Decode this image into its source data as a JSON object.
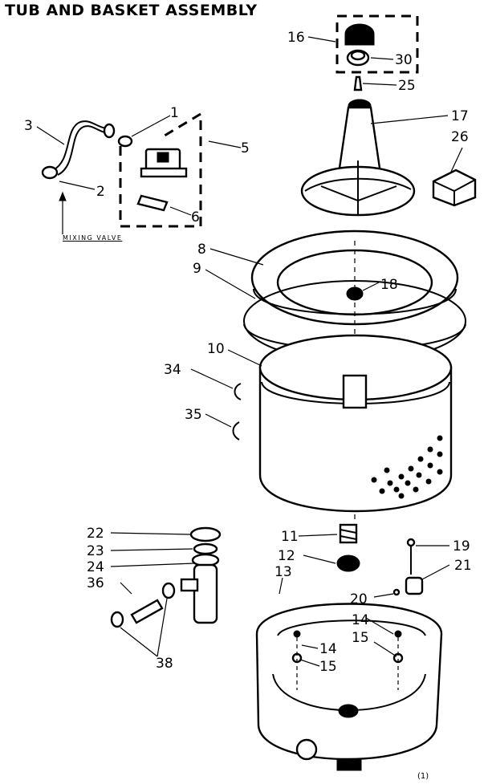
{
  "title": "TUB AND BASKET ASSEMBLY",
  "mixing_valve_caption": "MIXING VALVE",
  "footer_mark": "(1)",
  "callouts": {
    "n1": "1",
    "n2": "2",
    "n3": "3",
    "n5": "5",
    "n6": "6",
    "n8": "8",
    "n9": "9",
    "n10": "10",
    "n11": "11",
    "n12": "12",
    "n13": "13",
    "n14a": "14",
    "n14b": "14",
    "n15a": "15",
    "n15b": "15",
    "n16": "16",
    "n17": "17",
    "n18": "18",
    "n19": "19",
    "n20": "20",
    "n21": "21",
    "n22": "22",
    "n23": "23",
    "n24": "24",
    "n25": "25",
    "n26": "26",
    "n30": "30",
    "n34": "34",
    "n35": "35",
    "n36": "36",
    "n38": "38"
  }
}
